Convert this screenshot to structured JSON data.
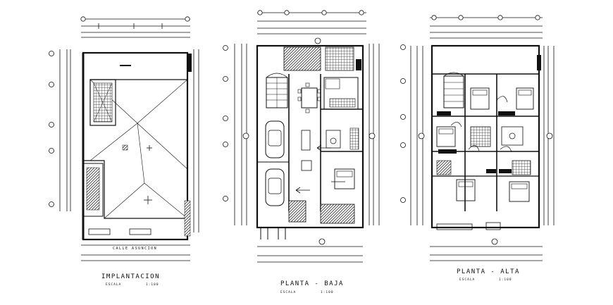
{
  "plans": [
    {
      "id": "implantacion",
      "title": "IMPLANTACION",
      "scale_label": "ESCALA",
      "scale_value": "1:100",
      "street_label": "CALLE ASUNCION"
    },
    {
      "id": "planta-baja",
      "title": "PLANTA - BAJA",
      "scale_label": "ESCALA",
      "scale_value": "1:100"
    },
    {
      "id": "planta-alta",
      "title": "PLANTA - ALTA",
      "scale_label": "ESCALA",
      "scale_value": "1:100"
    }
  ],
  "colors": {
    "ink": "#111111",
    "paper": "#ffffff",
    "hatch": "#333333"
  }
}
